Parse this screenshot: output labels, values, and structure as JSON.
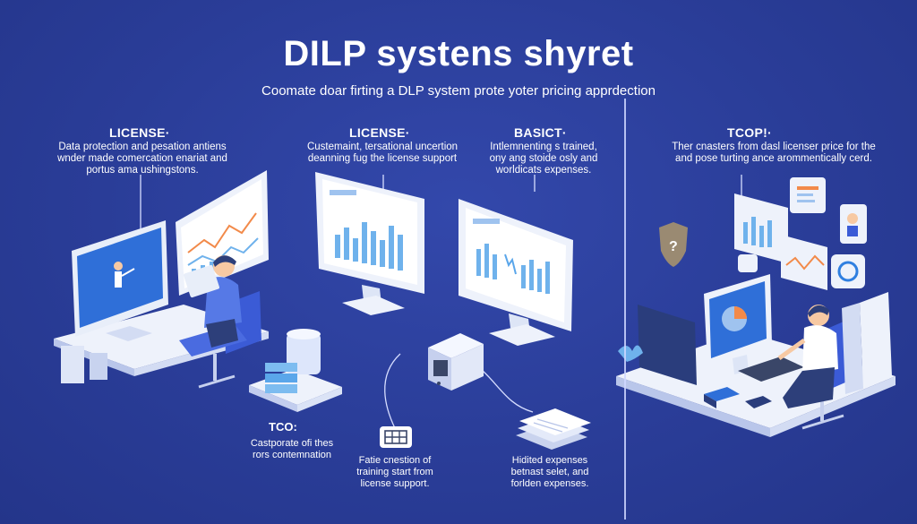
{
  "header": {
    "title": "DILP systens shyret",
    "subtitle": "Coomate doar firting a DLP system prote yoter pricing apprdection"
  },
  "columns": [
    {
      "heading": "LICENSE·",
      "lines": [
        "Data protection and pesation antiens",
        "wnder made comercation enariat and",
        "portus ama ushingstons."
      ]
    },
    {
      "heading": "LICENSE·",
      "lines": [
        "Custemaint, tersational uncertion",
        "deanning fug the license support"
      ]
    },
    {
      "heading": "BASICT·",
      "lines": [
        "Intlemnenting s trained,",
        "ony ang stoide osly and",
        "worldicats expenses."
      ]
    },
    {
      "heading": "TCOP!·",
      "lines": [
        "Ther cnasters from dasl licenser price for the",
        "and pose turting ance arommentically cerd."
      ]
    }
  ],
  "footers": [
    {
      "heading": "TCO:",
      "lines": [
        "Castporate ofi thes",
        "rors contemnation"
      ]
    },
    {
      "heading": "",
      "lines": [
        "Fatie cnestion of",
        "training start from",
        "license support."
      ]
    },
    {
      "heading": "",
      "lines": [
        "Hidited expenses",
        "betnast selet, and",
        "forlden expenses."
      ]
    }
  ],
  "colors": {
    "background": "#2b3f9a",
    "desk": "#eef2fb",
    "screen": "#2f6fd8",
    "accent_orange": "#f28a4a",
    "person_blue": "#3b5bd6",
    "chart_blue": "#6fb2ec"
  }
}
